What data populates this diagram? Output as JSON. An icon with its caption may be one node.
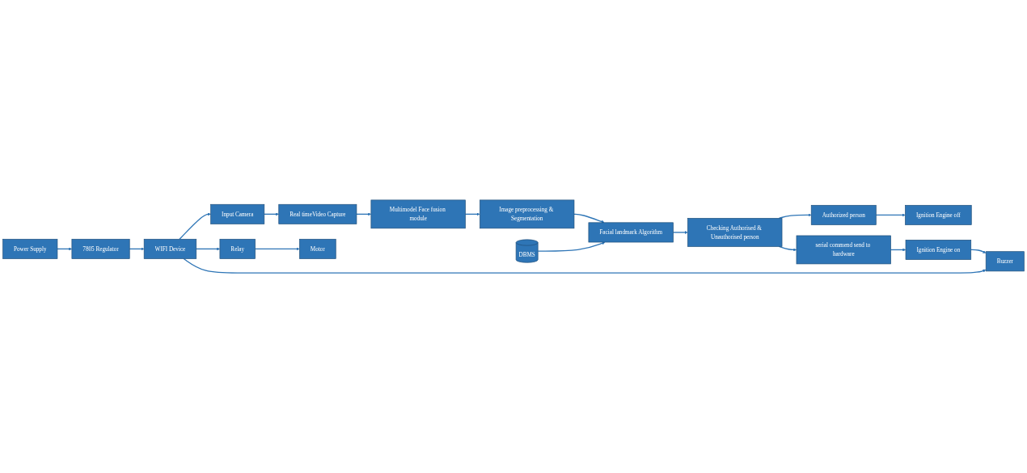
{
  "diagram": {
    "nodes": [
      {
        "text": [
          "Power Supply"
        ]
      },
      {
        "text": [
          "7805 Regulator"
        ]
      },
      {
        "text": [
          "WIFI Device"
        ]
      },
      {
        "text": [
          "Input Camera"
        ]
      },
      {
        "text": [
          "Real timeVideo Capture"
        ]
      },
      {
        "text": [
          "Relay"
        ]
      },
      {
        "text": [
          "Motor"
        ]
      },
      {
        "text": [
          "Multimodel Face fusion module"
        ]
      },
      {
        "text": [
          "Image preprocessing & Segmentation"
        ]
      },
      {
        "text": [
          "DBMS"
        ]
      },
      {
        "text": [
          "Facial landmark Algorithm"
        ]
      },
      {
        "text": [
          "Buzzer"
        ]
      },
      {
        "text": [
          "Ignition Engine off"
        ]
      },
      {
        "text": [
          "Authorized person"
        ]
      },
      {
        "text": [
          "Checking Authorised & Unauthorised person"
        ]
      },
      {
        "text": [
          "serial commend send to hardware"
        ]
      },
      {
        "text": [
          "Ignition Engine on"
        ]
      }
    ],
    "edges": [
      {
        "from": 0,
        "to": 1,
        "arrow": "to"
      },
      {
        "from": 1,
        "to": 2,
        "arrow": "to"
      },
      {
        "from": 2,
        "to": 3,
        "arrow": "to"
      },
      {
        "from": 2,
        "to": 5,
        "arrow": "to"
      },
      {
        "from": 5,
        "to": 6,
        "arrow": "to"
      },
      {
        "from": 3,
        "to": 4,
        "arrow": "to"
      },
      {
        "from": 4,
        "to": 7,
        "arrow": "to"
      },
      {
        "from": 7,
        "to": 8,
        "arrow": "to"
      },
      {
        "from": 8,
        "to": 10,
        "arrow": "to"
      },
      {
        "from": 9,
        "to": 10,
        "arrow": "to"
      },
      {
        "from": 10,
        "to": 14,
        "arrow": "to"
      },
      {
        "from": 14,
        "to": 13,
        "arrow": "to"
      },
      {
        "from": 13,
        "to": 12,
        "arrow": "to"
      },
      {
        "from": 14,
        "to": 15,
        "arrow": "to"
      },
      {
        "from": 15,
        "to": 16,
        "arrow": "to"
      },
      {
        "from": 16,
        "to": 11,
        "arrow": "to"
      },
      {
        "from": 2,
        "to": 11,
        "arrow": "to"
      }
    ]
  }
}
